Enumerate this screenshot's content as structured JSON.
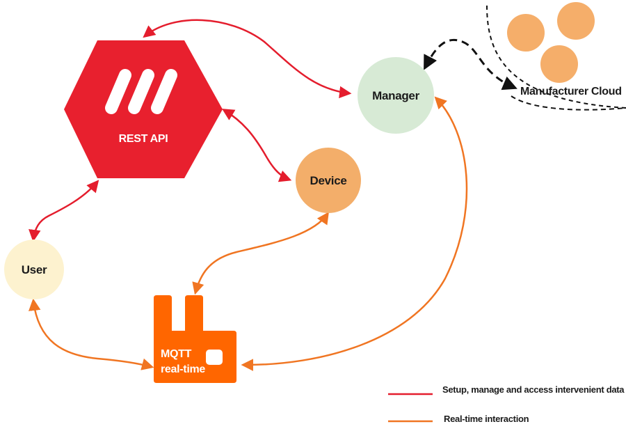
{
  "nodes": {
    "rest_api": "REST API",
    "manager": "Manager",
    "device": "Device",
    "user": "User",
    "mqtt_line1": "MQTT",
    "mqtt_line2": "real-time",
    "manufacturer_cloud": "Manufacturer Cloud"
  },
  "legend": {
    "setup": "Setup, manage and access intervenient data",
    "realtime": "Real-time interaction"
  },
  "colors": {
    "red": "#e41d2d",
    "orange": "#f07522",
    "rest_api_fill": "#e8202e",
    "manager_fill": "#d7ead5",
    "device_fill": "#f3ae6a",
    "user_fill": "#fdf2cf",
    "mqtt_fill": "#ff6600",
    "cloud_dots": "#f5ae6a"
  },
  "icons": {
    "rest_api_logo": "three-slanted-bars-logo",
    "mqtt_shape": "factory-building-shape"
  }
}
